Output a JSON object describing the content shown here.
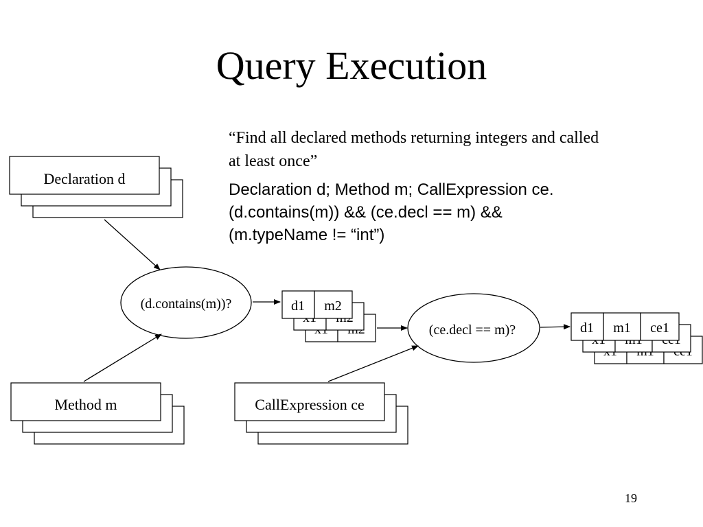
{
  "slide": {
    "title": "Query Execution",
    "quote_line1": "“Find all declared methods returning integers and called",
    "quote_line2": "at least once”",
    "query_line1": "Declaration d; Method m; CallExpression ce.",
    "query_line2": "(d.contains(m)) && (ce.decl == m) &&",
    "query_line3": "(m.typeName != “int”)",
    "page_number": "19"
  },
  "diagram": {
    "sources": {
      "declaration": "Declaration d",
      "method": "Method m",
      "call_expression": "CallExpression ce"
    },
    "filters": {
      "contains": "(d.contains(m))?",
      "decl_eq": "(ce.decl == m)?"
    },
    "tuples_mid": {
      "front": [
        "d1",
        "m2"
      ],
      "middle": [
        "x1",
        "m2"
      ],
      "back": [
        "x1",
        "m2"
      ]
    },
    "tuples_out": {
      "front": [
        "d1",
        "m1",
        "ce1"
      ],
      "middle": [
        "x1",
        "m1",
        "ce1"
      ],
      "back": [
        "x1",
        "m1",
        "ce1"
      ]
    }
  }
}
